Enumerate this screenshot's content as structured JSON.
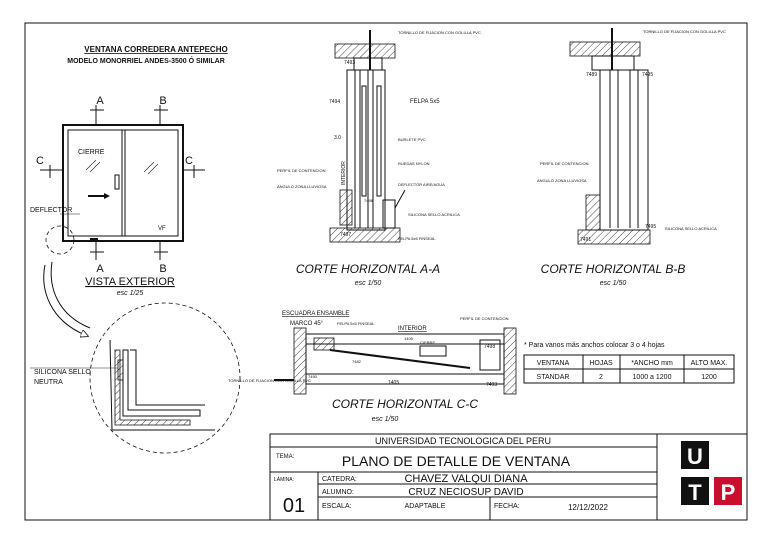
{
  "header": {
    "title_line1": "VENTANA CORREDERA ANTEPECHO",
    "title_line2": "MODELO MONORRIEL ANDES-3500 Ó SIMILAR"
  },
  "elevation": {
    "label_a_top": "A",
    "label_b_top": "B",
    "label_c_left": "C",
    "label_c_right": "C",
    "label_a_bottom": "A",
    "label_b_bottom": "B",
    "cierre": "CIERRE",
    "deflector": "DEFLECTOR",
    "vf": "VF",
    "title": "VISTA EXTERIOR",
    "scale": "esc 1/25"
  },
  "detail_zoom": {
    "silicona": "SILICONA SELLO",
    "neutra": "NEUTRA"
  },
  "section_aa": {
    "tornillo": "TORNILLO DE FIJACION CON GOLILLA PVC",
    "code_7493_top": "7493",
    "code_7494": "7494",
    "felpa": "FELPA 5x5",
    "dim_30": "3.0",
    "burlete": "BURLETE PVC",
    "ruedas": "RUEDAS NYLON",
    "deflector_agua": "DEFLECTOR AIRE/AGUA",
    "perfil_contencion": "PERFIL DE CONTENCION",
    "angulo_zona": "ANGULO ZONA LLUVIOSA",
    "interior": "INTERIOR",
    "code_7497": "7497",
    "code_7498": "7498",
    "silicona_acrilica": "SILICONA SELLO ACRILICA",
    "felpa_final": "FELPA 5x5 FINSEAL",
    "title": "CORTE HORIZONTAL A-A",
    "scale": "esc 1/50"
  },
  "section_bb": {
    "tornillo": "TORNILLO DE FIJACION CON GOLILLA PVC",
    "code_7489": "7489",
    "code_7495_top": "7495",
    "perfil_contencion": "PERFIL DE CONTENCION",
    "angulo_zona": "ANGULO ZONA LLUVIOSA",
    "code_7491": "7491",
    "code_7495_bot": "7495",
    "silicona": "SILICONA SELLO ACRILICA",
    "title": "CORTE HORIZONTAL B-B",
    "scale": "esc 1/50"
  },
  "section_cc": {
    "escuadra": "ESCUADRA ENSAMBLE",
    "marco": "MARCO 45°",
    "felpa": "FELPA 5x5 FINSEAL",
    "interior": "INTERIOR",
    "perfil_contencion": "PERFIL DE CONTENCION",
    "cierre": "CIERRE",
    "code_7498": "7498",
    "code_7490": "7490",
    "code_7482": "7482",
    "code_1405": "1405",
    "code_7493": "7493",
    "code_1405b": "1405",
    "tornillo": "TORNILLO DE FIJACION CON GOLILLA PVC",
    "title": "CORTE HORIZONTAL C-C",
    "scale": "esc 1/50"
  },
  "note": "* Para vanos más anchos colocar 3 o 4 hojas",
  "table": {
    "headers": [
      "VENTANA",
      "HOJAS",
      "*ANCHO mm",
      "ALTO MAX."
    ],
    "row": [
      "STANDAR",
      "2",
      "1000 a 1200",
      "1200"
    ]
  },
  "title_block": {
    "university": "UNIVERSIDAD TECNOLOGICA DEL PERU",
    "tema_label": "TEMA:",
    "tema": "PLANO DE DETALLE DE VENTANA",
    "lamina_label": "LÁMINA:",
    "lamina": "01",
    "catedra_label": "CATEDRA:",
    "catedra": "CHAVEZ VALQUI DIANA",
    "alumno_label": "ALUMNO:",
    "alumno": "CRUZ NECIOSUP DAVID",
    "escala_label": "ESCALA:",
    "escala": "ADAPTABLE",
    "fecha_label": "FECHA:",
    "fecha": "12/12/2022",
    "logo_u": "U",
    "logo_t": "T",
    "logo_p": "P"
  }
}
